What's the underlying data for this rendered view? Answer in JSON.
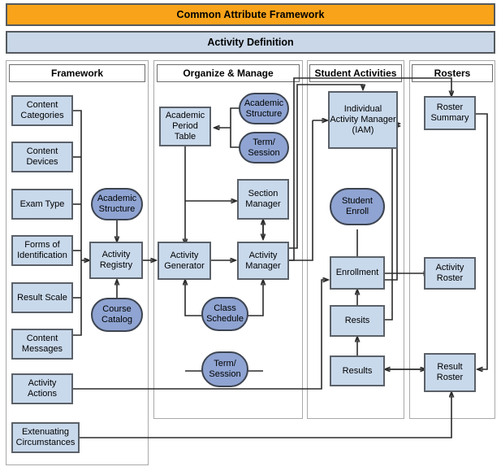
{
  "banner": {
    "title": "Common Attribute Framework"
  },
  "subbanner": {
    "title": "Activity Definition"
  },
  "panels": [
    {
      "key": "framework",
      "title": "Framework"
    },
    {
      "key": "organize",
      "title": "Organize & Manage"
    },
    {
      "key": "student",
      "title": "Student Activities"
    },
    {
      "key": "rosters",
      "title": "Rosters"
    }
  ],
  "colors": {
    "banner_bg": "#f9a31a",
    "subbanner_bg": "#c9d7e8",
    "node_fill": "#c9d9ec",
    "node_border": "#5b6168",
    "oval_fill": "#8fa4d2",
    "oval_border": "#3d4450",
    "connector": "#2b2b2b",
    "panel_border": "#a9a9a9"
  },
  "nodes": {
    "content_categories": "Content Categories",
    "content_devices": "Content Devices",
    "exam_type": "Exam Type",
    "forms_of_identification": "Forms of Identification",
    "result_scale": "Result Scale",
    "content_messages": "Content Messages",
    "activity_actions": "Activity Actions",
    "extenuating_circumstances": "Extenuating Circumstances",
    "academic_structure_fw": "Academic Structure",
    "activity_registry": "Activity Registry",
    "course_catalog": "Course Catalog",
    "academic_period_table": "Academic Period Table",
    "academic_structure_om": "Academic Structure",
    "term_session_om": "Term/ Session",
    "section_manager": "Section Manager",
    "activity_generator": "Activity Generator",
    "activity_manager": "Activity Manager",
    "class_schedule": "Class Schedule",
    "term_session_bottom": "Term/ Session",
    "individual_activity_manager": "Individual Activity Manager (IAM)",
    "student_enroll": "Student Enroll",
    "enrollment": "Enrollment",
    "resits": "Resits",
    "results": "Results",
    "roster_summary": "Roster Summary",
    "activity_roster": "Activity Roster",
    "result_roster": "Result Roster"
  },
  "chart_data": {
    "type": "diagram",
    "title": "Common Attribute Framework",
    "subtitle": "Activity Definition",
    "groups": [
      {
        "name": "Framework",
        "members": [
          "Content Categories",
          "Content Devices",
          "Exam Type",
          "Forms of Identification",
          "Result Scale",
          "Content Messages",
          "Activity Actions",
          "Extenuating Circumstances",
          "Academic Structure",
          "Activity Registry",
          "Course Catalog"
        ]
      },
      {
        "name": "Organize & Manage",
        "members": [
          "Academic Period Table",
          "Academic Structure",
          "Term/ Session",
          "Section Manager",
          "Activity Generator",
          "Activity Manager",
          "Class Schedule",
          "Term/ Session"
        ]
      },
      {
        "name": "Student Activities",
        "members": [
          "Individual Activity Manager (IAM)",
          "Student Enroll",
          "Enrollment",
          "Resits",
          "Results"
        ]
      },
      {
        "name": "Rosters",
        "members": [
          "Roster Summary",
          "Activity Roster",
          "Result Roster"
        ]
      }
    ],
    "edges": [
      {
        "from": "Content Categories",
        "to": "Activity Registry"
      },
      {
        "from": "Content Devices",
        "to": "Activity Registry"
      },
      {
        "from": "Exam Type",
        "to": "Activity Registry"
      },
      {
        "from": "Forms of Identification",
        "to": "Activity Registry"
      },
      {
        "from": "Result Scale",
        "to": "Activity Registry"
      },
      {
        "from": "Content Messages",
        "to": "Activity Registry"
      },
      {
        "from": "Academic Structure",
        "to": "Activity Registry"
      },
      {
        "from": "Course Catalog",
        "to": "Activity Registry"
      },
      {
        "from": "Activity Registry",
        "to": "Activity Generator"
      },
      {
        "from": "Academic Structure",
        "to": "Academic Period Table"
      },
      {
        "from": "Term/ Session",
        "to": "Academic Period Table"
      },
      {
        "from": "Academic Period Table",
        "to": "Section Manager"
      },
      {
        "from": "Academic Period Table",
        "to": "Activity Generator"
      },
      {
        "from": "Activity Generator",
        "to": "Activity Manager"
      },
      {
        "from": "Section Manager",
        "to": "Activity Manager",
        "bidirectional": true
      },
      {
        "from": "Class Schedule",
        "to": "Activity Generator"
      },
      {
        "from": "Class Schedule",
        "to": "Activity Manager"
      },
      {
        "from": "Term/ Session",
        "to": "Activity Generator"
      },
      {
        "from": "Term/ Session",
        "to": "Activity Manager"
      },
      {
        "from": "Activity Manager",
        "to": "Individual Activity Manager (IAM)"
      },
      {
        "from": "Activity Manager",
        "to": "Roster Summary"
      },
      {
        "from": "Student Enroll",
        "to": "Enrollment"
      },
      {
        "from": "Enrollment",
        "to": "Individual Activity Manager (IAM)"
      },
      {
        "from": "Enrollment",
        "to": "Activity Roster"
      },
      {
        "from": "Resits",
        "to": "Enrollment"
      },
      {
        "from": "Resits",
        "to": "Individual Activity Manager (IAM)"
      },
      {
        "from": "Results",
        "to": "Resits"
      },
      {
        "from": "Results",
        "to": "Result Roster",
        "bidirectional": true
      },
      {
        "from": "Roster Summary",
        "to": "Result Roster"
      },
      {
        "from": "Activity Actions",
        "to": "Enrollment"
      },
      {
        "from": "Extenuating Circumstances",
        "to": "Result Roster"
      }
    ]
  }
}
